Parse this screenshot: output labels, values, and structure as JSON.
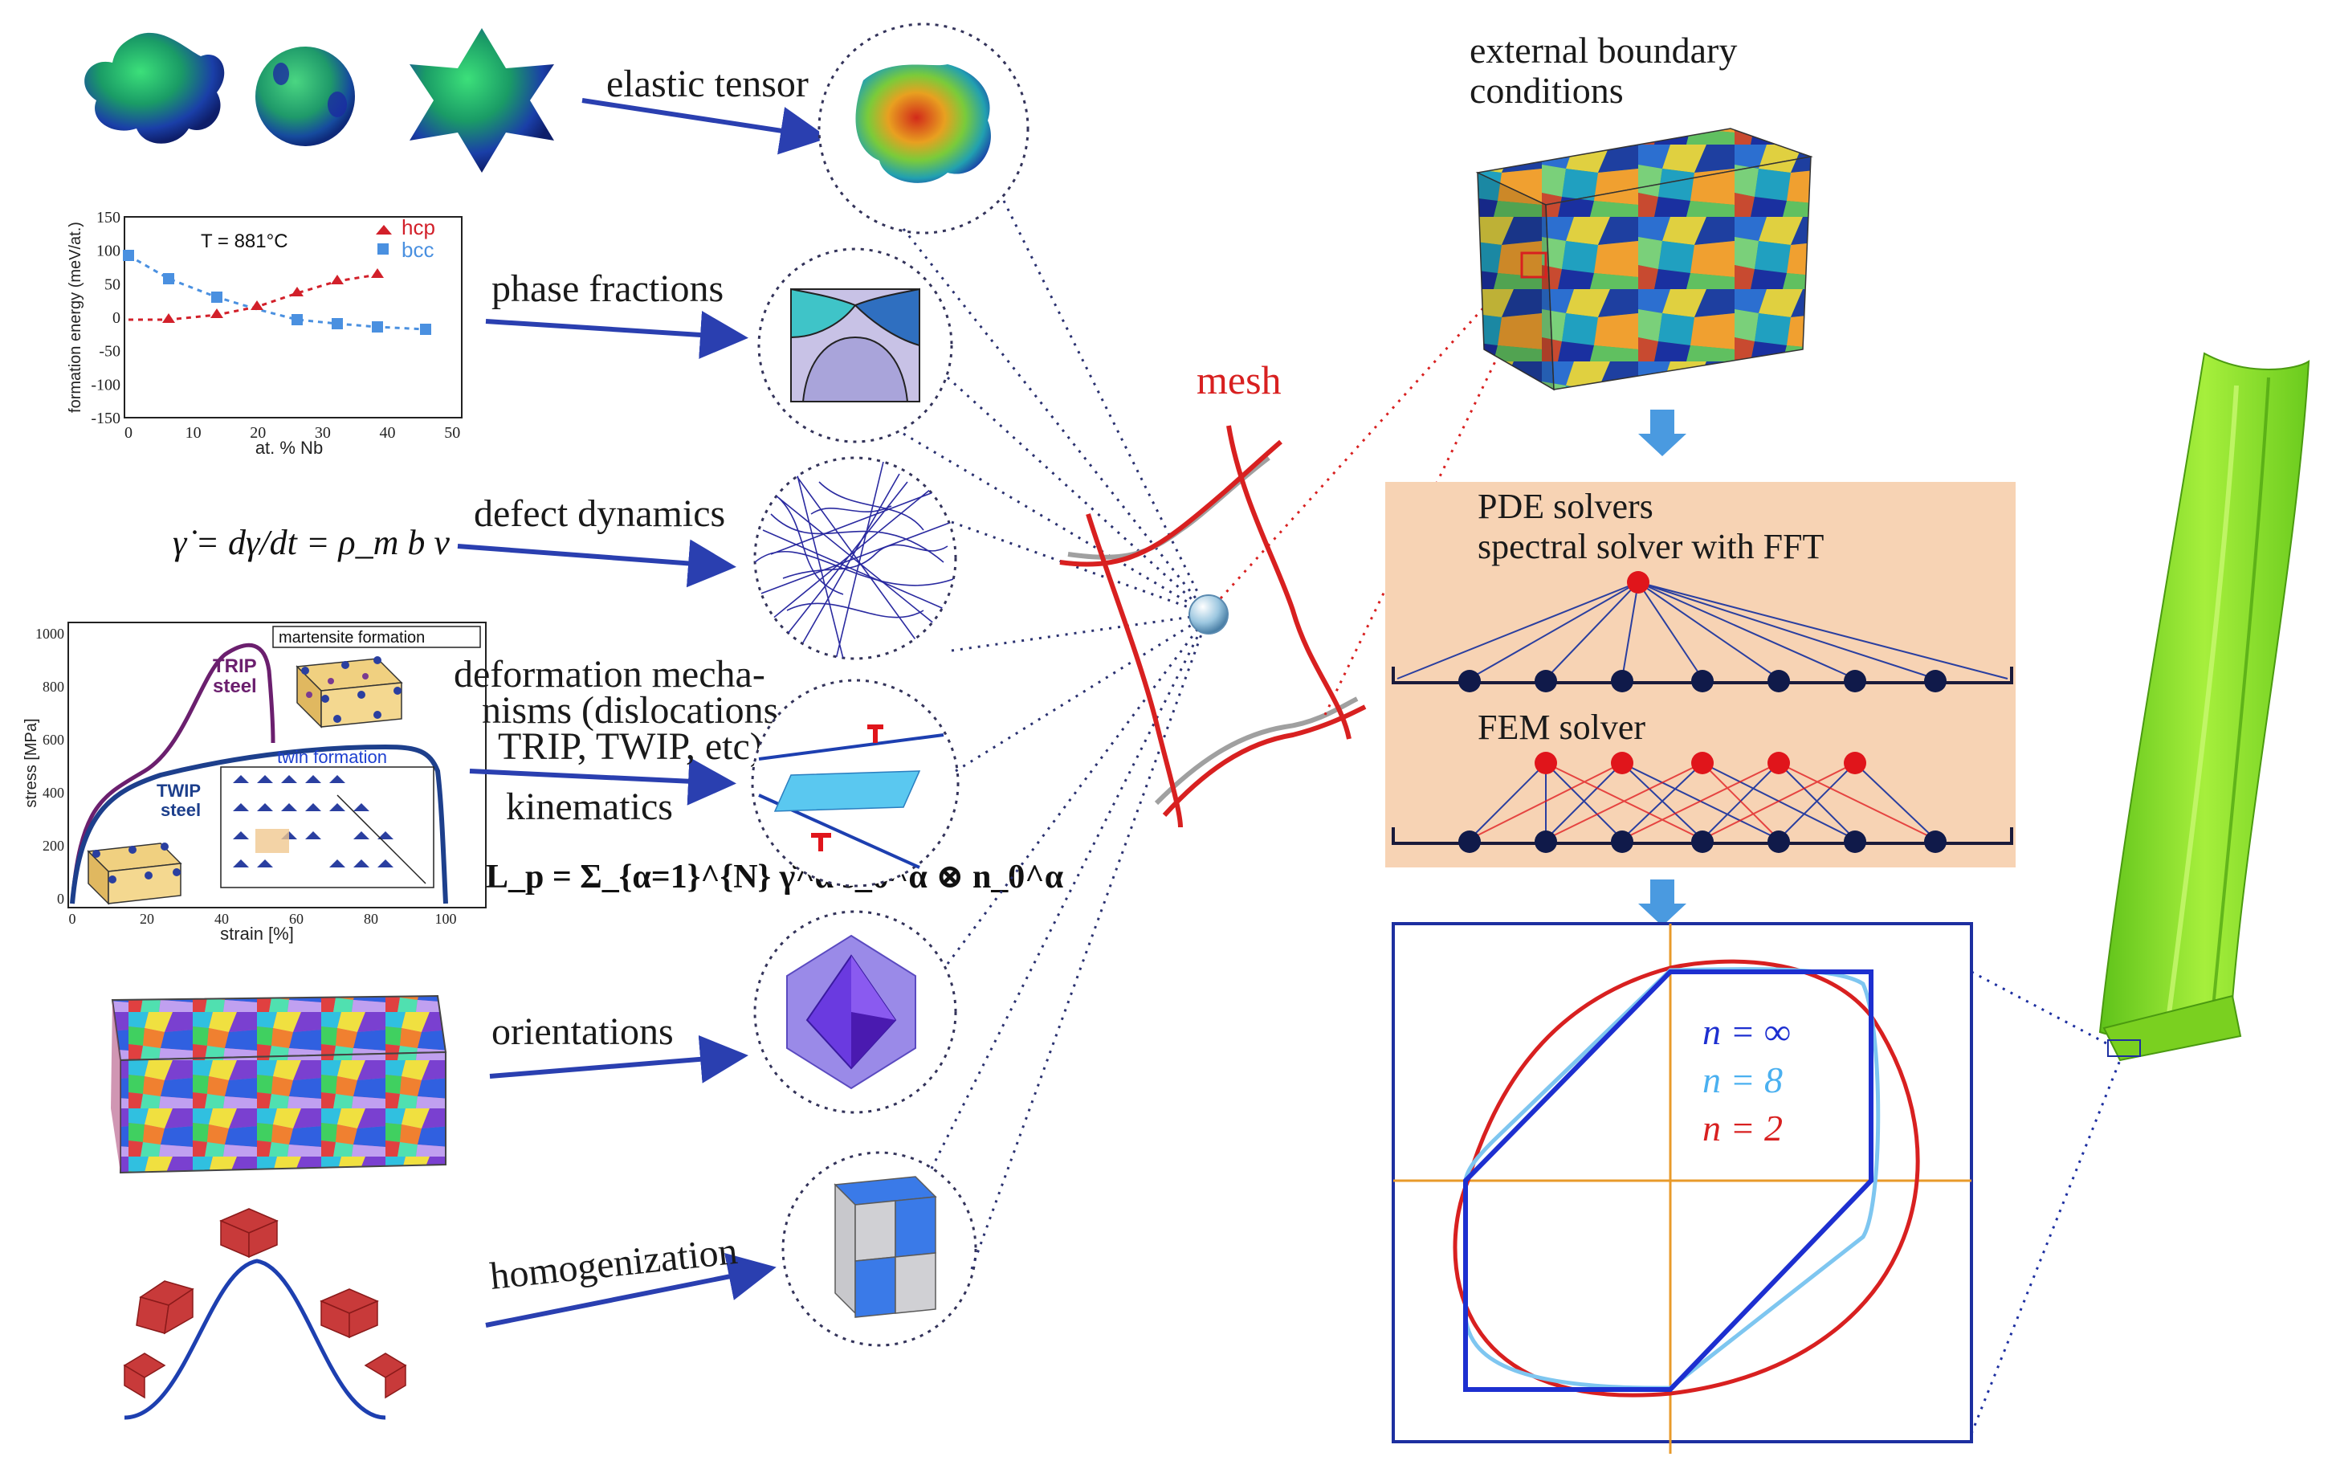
{
  "labels": {
    "elastic_tensor": "elastic tensor",
    "phase_fractions": "phase fractions",
    "defect_dynamics": "defect dynamics",
    "deformation_line1": "deformation mecha-",
    "deformation_line2": "nisms (dislocations,",
    "deformation_line3": "TRIP, TWIP, etc)",
    "kinematics": "kinematics",
    "orientations": "orientations",
    "homogenization": "homogenization",
    "mesh": "mesh",
    "boundary_line1": "external boundary",
    "boundary_line2": "conditions",
    "pde_solvers": "PDE solvers",
    "spectral_solver": "spectral solver with FFT",
    "fem_solver": "FEM solver"
  },
  "equations": {
    "shear_rate": "γ̇ = dγ/dt = ρ_m b v",
    "lp": "L_p = Σ_{α=1}^{N} γ̇^α s_0^α ⊗ n_0^α"
  },
  "phase_chart": {
    "annotation": "T = 881°C",
    "xlabel": "at. % Nb",
    "ylabel": "formation energy (meV/at.)",
    "xticks": [
      "0",
      "10",
      "20",
      "30",
      "40",
      "50"
    ],
    "yticks": [
      "150",
      "100",
      "50",
      "0",
      "-50",
      "-100",
      "-150"
    ],
    "legend": [
      "hcp",
      "bcc"
    ]
  },
  "stress_chart": {
    "xlabel": "strain [%]",
    "ylabel": "stress [MPa]",
    "xticks": [
      "0",
      "20",
      "40",
      "60",
      "80",
      "100"
    ],
    "yticks": [
      "1000",
      "800",
      "600",
      "400",
      "200",
      "0"
    ],
    "trip_line1": "TRIP",
    "trip_line2": "steel",
    "twip_line1": "TWIP",
    "twip_line2": "steel",
    "martensite": "martensite formation",
    "twin": "twin formation"
  },
  "yield_legend": {
    "n_inf": "n = ∞",
    "n_8": "n = 8",
    "n_2": "n = 2"
  },
  "colors": {
    "arrow_blue": "#2a3fb0",
    "mesh_red": "#d82020",
    "solver_panel": "#f7d3b4",
    "node_navy": "#101a4a",
    "node_red": "#e0151b",
    "curve_hcp": "#d2202a",
    "curve_bcc": "#4a90e0",
    "trip_purple": "#6b1f6e",
    "twip_blue": "#1d3f8c",
    "part_green": "#8ee42a",
    "axis_orange": "#e89a2a"
  }
}
